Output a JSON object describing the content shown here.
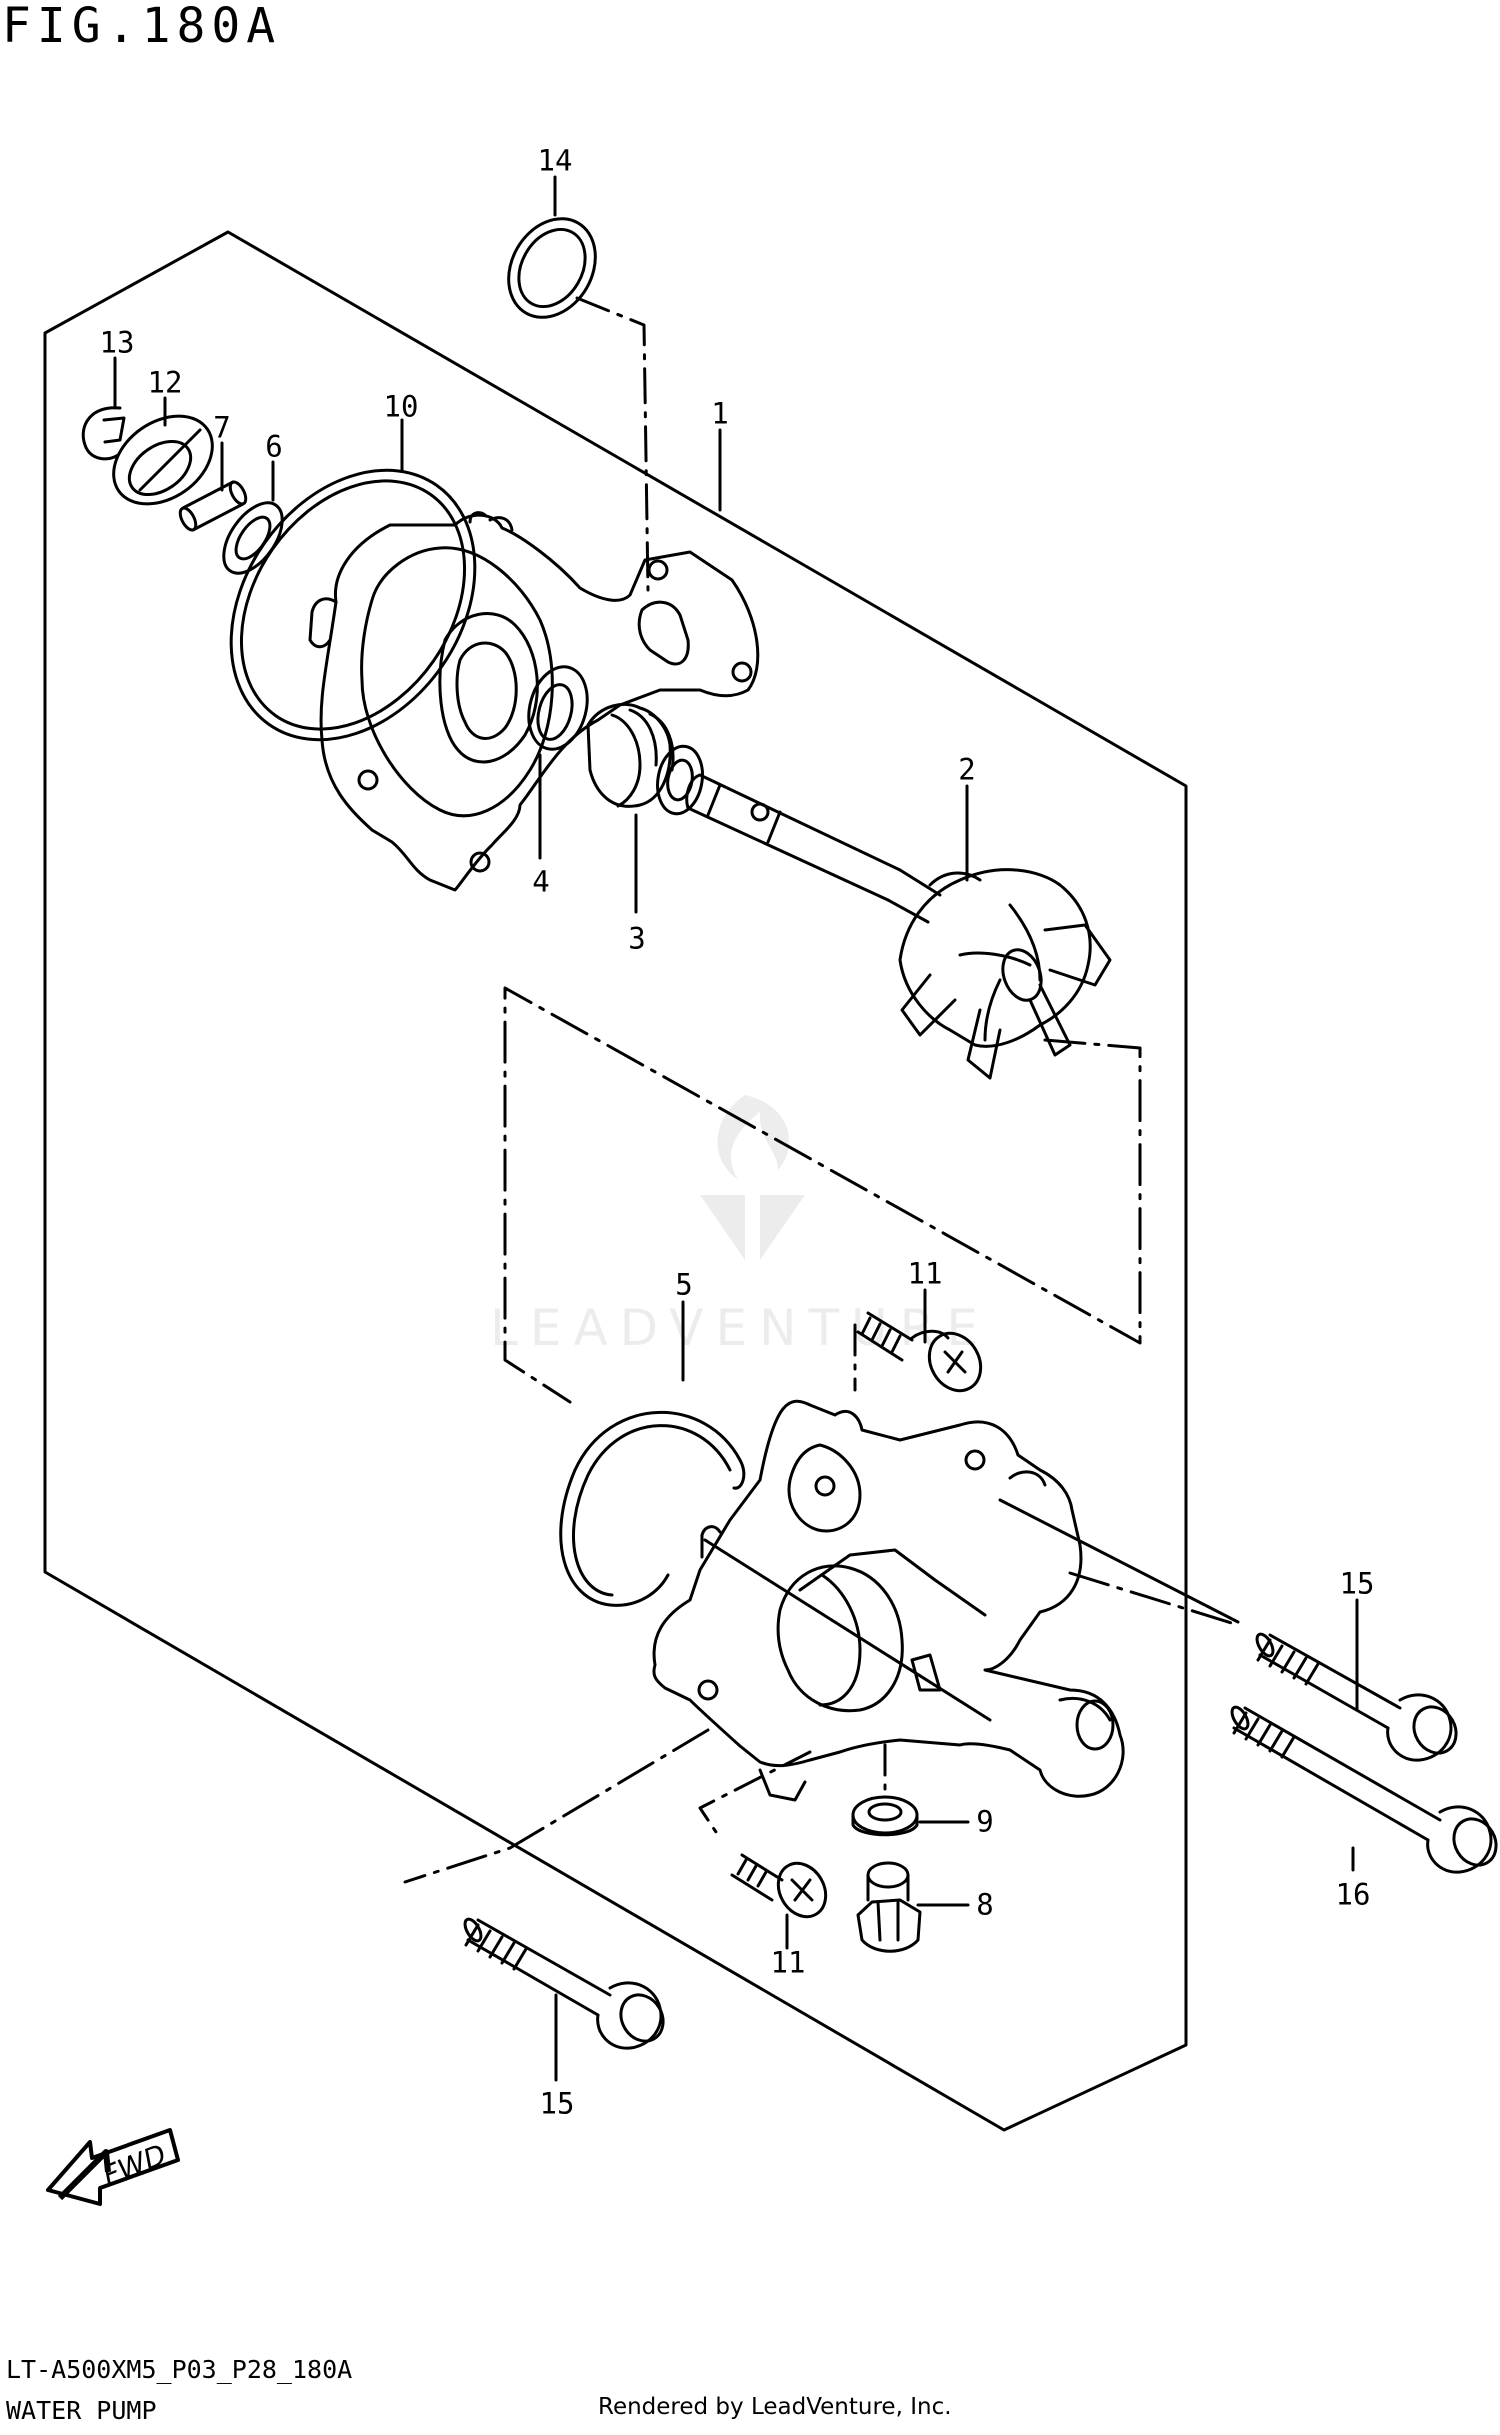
{
  "figure": {
    "title": "FIG.180A",
    "code": "LT-A500XM5_P03_P28_180A",
    "name": "WATER PUMP",
    "rendered_by": "Rendered by LeadVenture, Inc.",
    "watermark": "LEADVENTURE"
  },
  "callouts": [
    {
      "id": "14",
      "label": "14"
    },
    {
      "id": "13",
      "label": "13"
    },
    {
      "id": "12",
      "label": "12"
    },
    {
      "id": "7",
      "label": "7"
    },
    {
      "id": "6",
      "label": "6"
    },
    {
      "id": "10",
      "label": "10"
    },
    {
      "id": "1",
      "label": "1"
    },
    {
      "id": "2",
      "label": "2"
    },
    {
      "id": "4",
      "label": "4"
    },
    {
      "id": "3",
      "label": "3"
    },
    {
      "id": "5",
      "label": "5"
    },
    {
      "id": "11a",
      "label": "11"
    },
    {
      "id": "15a",
      "label": "15"
    },
    {
      "id": "9",
      "label": "9"
    },
    {
      "id": "8",
      "label": "8"
    },
    {
      "id": "11b",
      "label": "11"
    },
    {
      "id": "16",
      "label": "16"
    },
    {
      "id": "15b",
      "label": "15"
    }
  ],
  "fwd_badge": "FWD"
}
